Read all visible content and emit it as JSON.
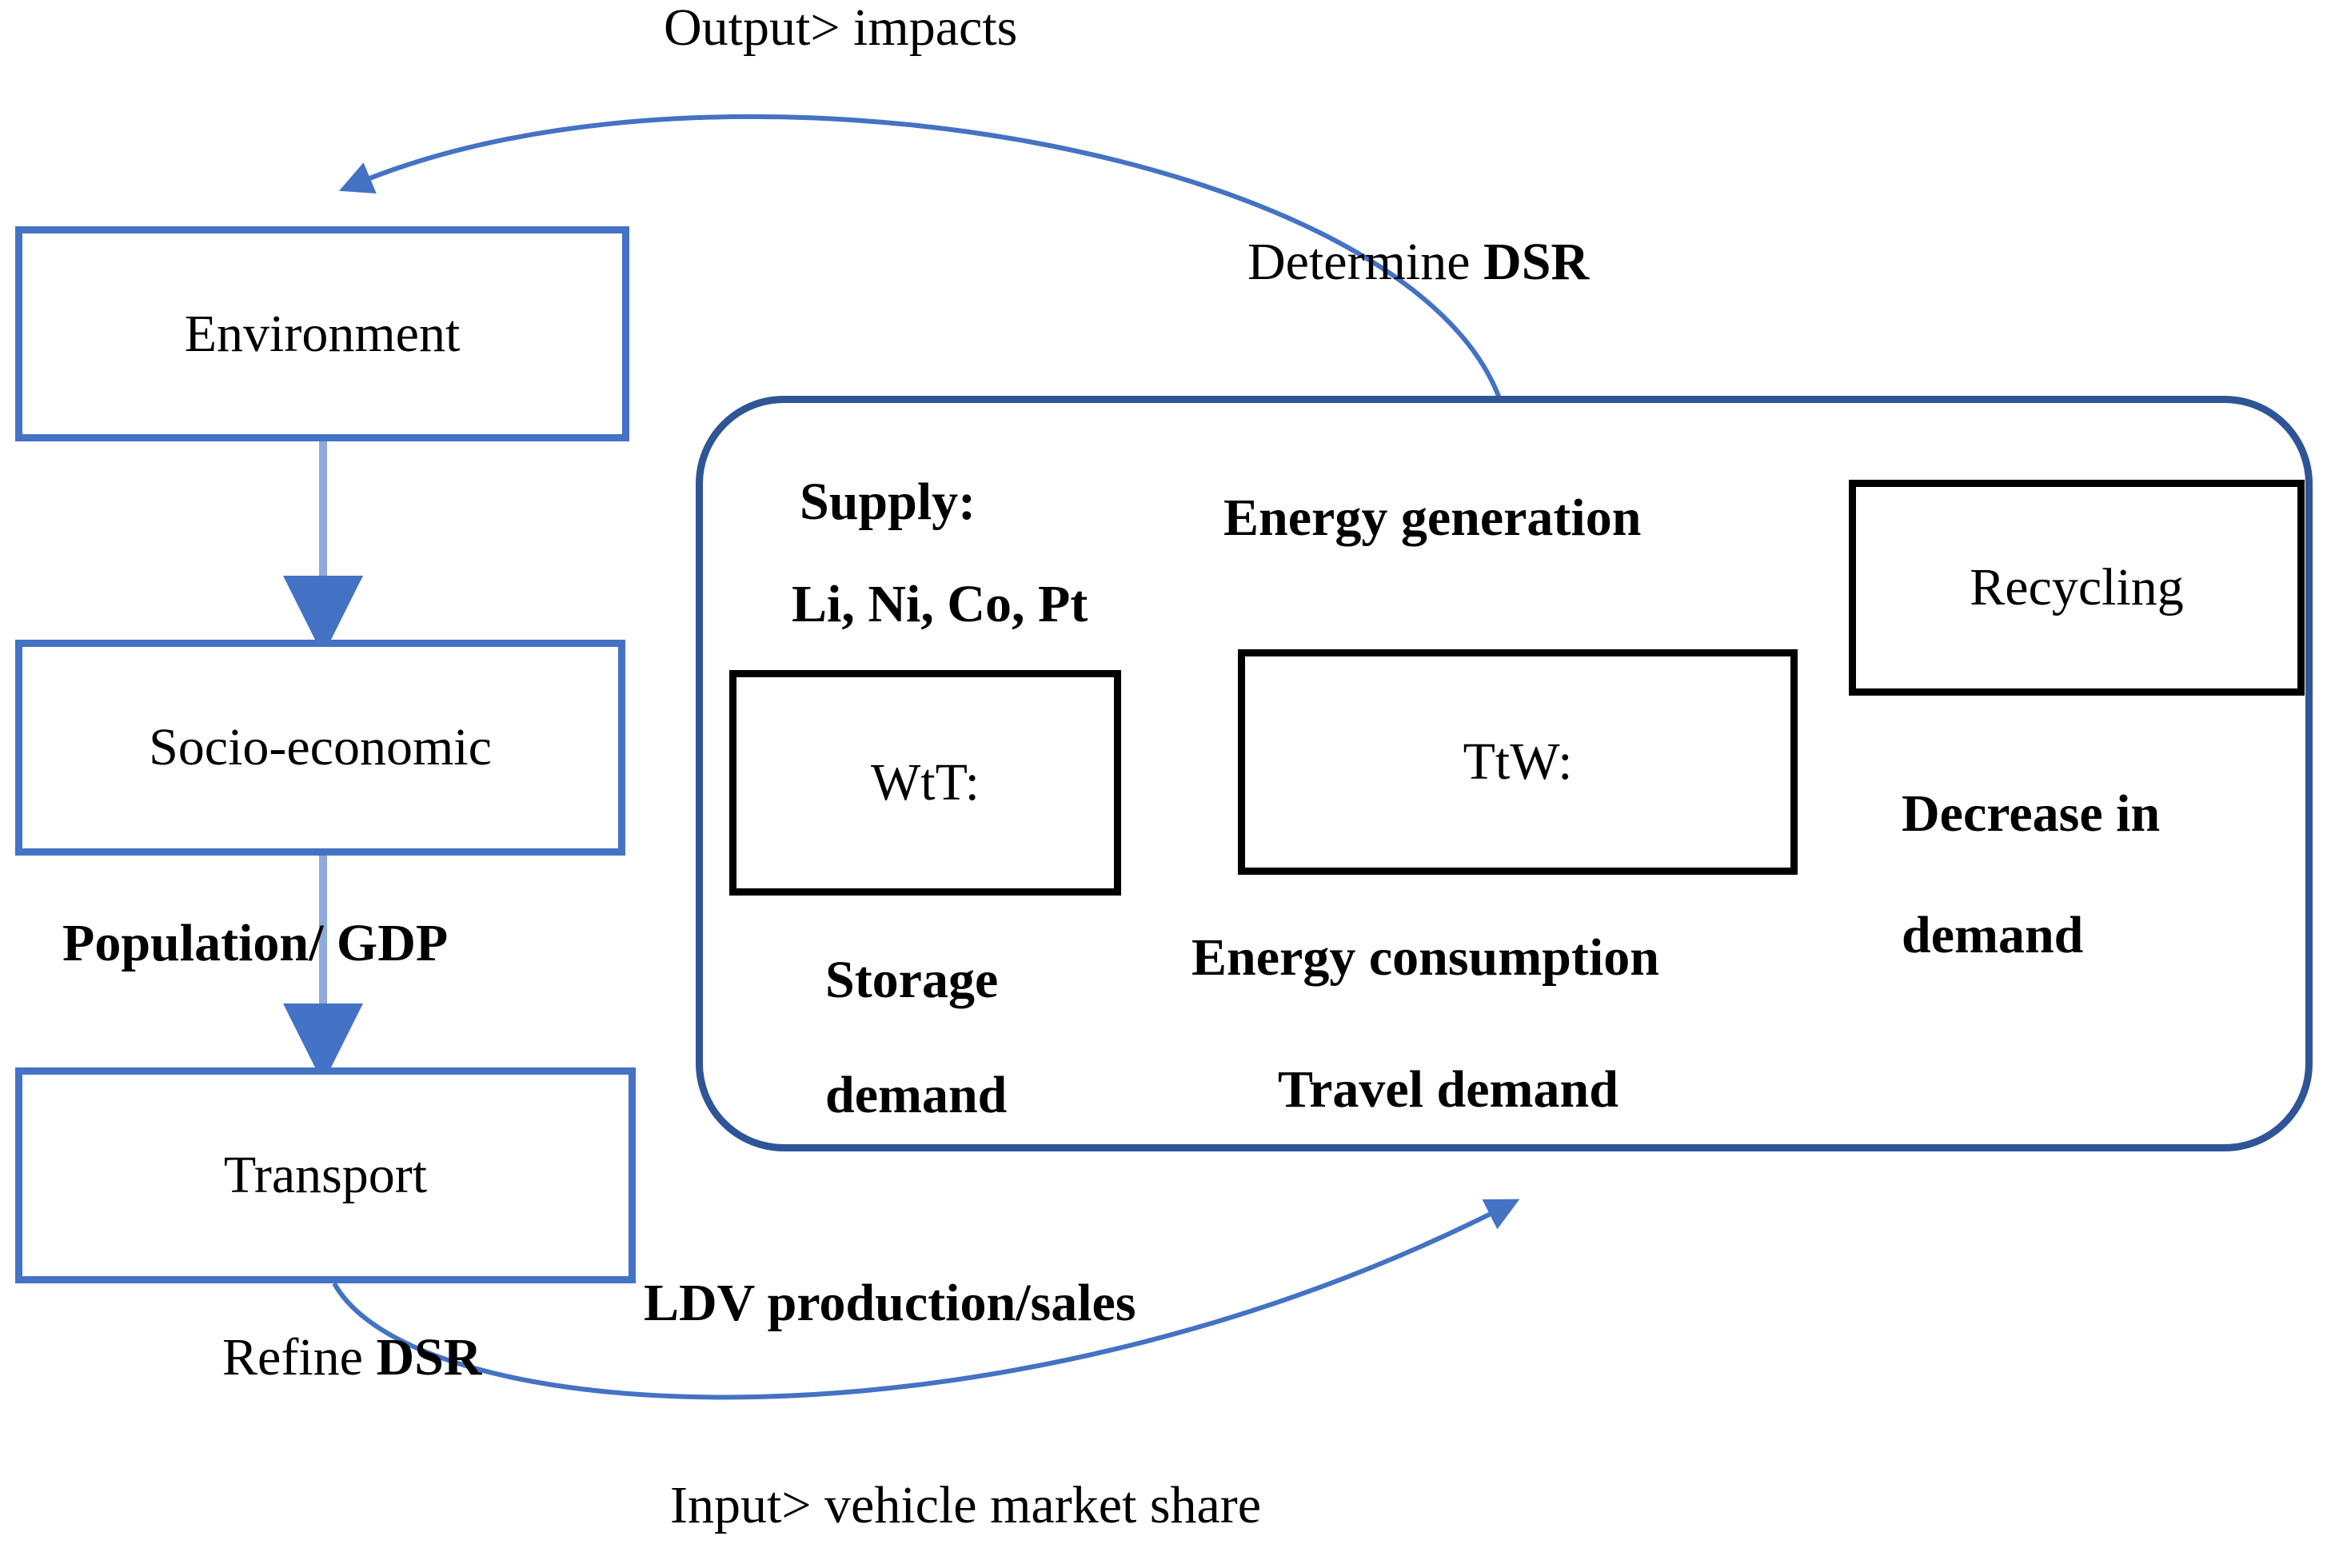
{
  "diagram": {
    "title_note": "Integrated environment / socio-economic / transport system loop",
    "colors": {
      "flow_box_border": "#4472c4",
      "rounded_container_border": "#2f5597",
      "inner_box_border": "#000000",
      "arrow_line": "#8faadc",
      "arrow_head": "#4472c4",
      "curve_stroke": "#4472c4",
      "text": "#000000",
      "background": "#ffffff"
    },
    "left_column": {
      "boxes": [
        {
          "id": "environment",
          "label": "Environment"
        },
        {
          "id": "socio-economic",
          "label": "Socio-economic"
        },
        {
          "id": "transport",
          "label": "Transport"
        }
      ],
      "edge_labels": [
        {
          "id": "population-gdp",
          "label": "Population/ GDP",
          "bold": true
        }
      ]
    },
    "rounded_panel": {
      "labels": [
        {
          "id": "supply",
          "label": "Supply:",
          "bold": true
        },
        {
          "id": "materials",
          "label": "Li, Ni, Co, Pt",
          "bold": true
        },
        {
          "id": "energy-generation",
          "label": "Energy generation",
          "bold": true
        },
        {
          "id": "decrease-in-demand-line1",
          "label": "Decrease in",
          "bold": true
        },
        {
          "id": "decrease-in-demand-line2",
          "label": "demand",
          "bold": true
        },
        {
          "id": "storage-demand-line1",
          "label": "Storage",
          "bold": true
        },
        {
          "id": "storage-demand-line2",
          "label": "demand",
          "bold": true
        },
        {
          "id": "energy-consumption",
          "label": "Energy consumption",
          "bold": true
        },
        {
          "id": "travel-demand",
          "label": "Travel demand",
          "bold": true
        }
      ],
      "boxes": [
        {
          "id": "wtt",
          "label": "WtT:"
        },
        {
          "id": "ttw",
          "label": "TtW:"
        },
        {
          "id": "recycling",
          "label": "Recycling"
        }
      ]
    },
    "connector_labels": {
      "top_curve": "Output> impacts",
      "determine_prefix": "Determine ",
      "determine_bold": "DSR",
      "refine_prefix": "Refine ",
      "refine_bold": "DSR",
      "ldv": "LDV production/sales",
      "bottom_curve": "Input> vehicle market share"
    }
  }
}
